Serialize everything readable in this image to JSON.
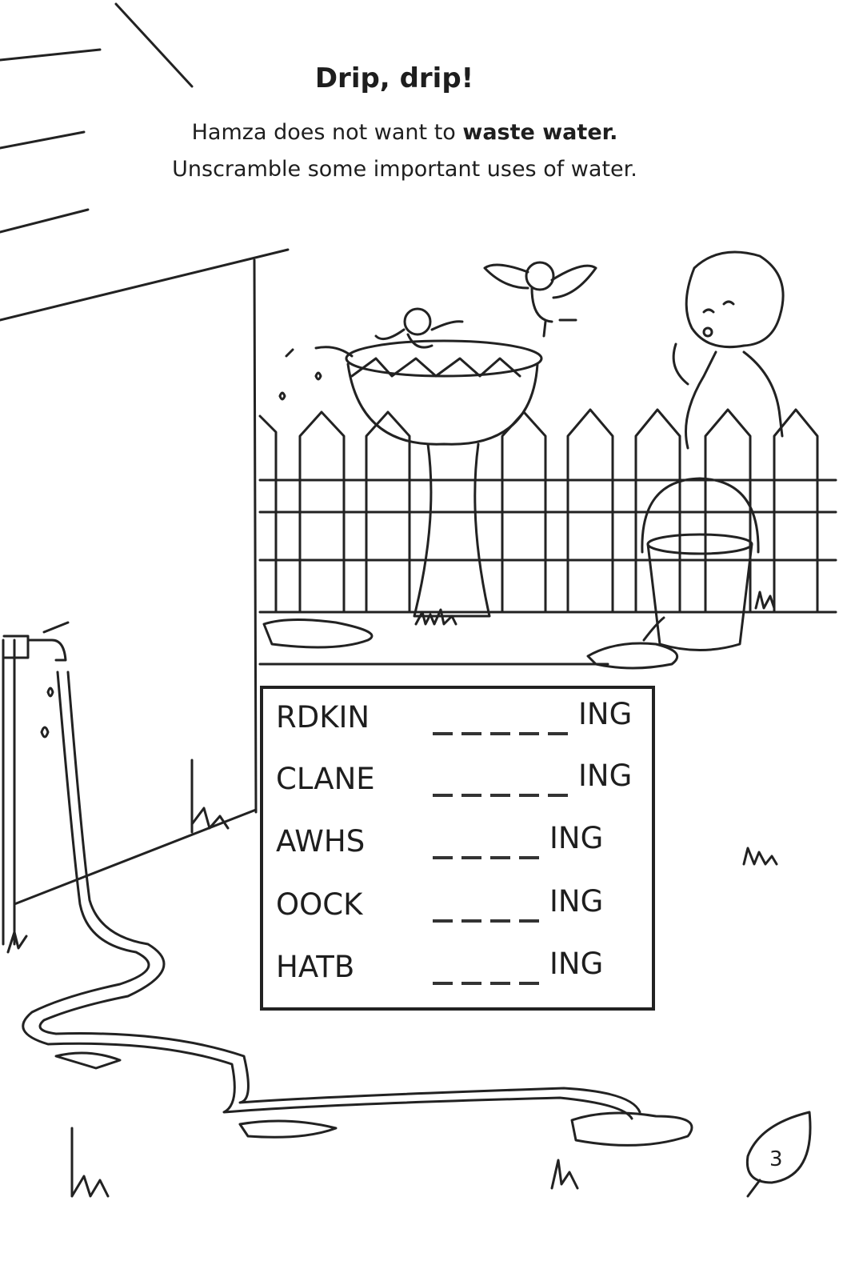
{
  "title": "Drip, drip!",
  "instructions": {
    "line1_before": "Hamza does not want to ",
    "line1_bold": "waste water.",
    "line2": "Unscramble some important uses of water."
  },
  "puzzle": {
    "rows": [
      {
        "scrambled": "RDKIN",
        "blanks": 5,
        "suffix": "ING"
      },
      {
        "scrambled": "CLANE",
        "blanks": 5,
        "suffix": "ING"
      },
      {
        "scrambled": "AWHS",
        "blanks": 4,
        "suffix": "ING"
      },
      {
        "scrambled": "OOCK",
        "blanks": 4,
        "suffix": "ING"
      },
      {
        "scrambled": "HATB",
        "blanks": 4,
        "suffix": "ING"
      }
    ]
  },
  "page_number": "3"
}
